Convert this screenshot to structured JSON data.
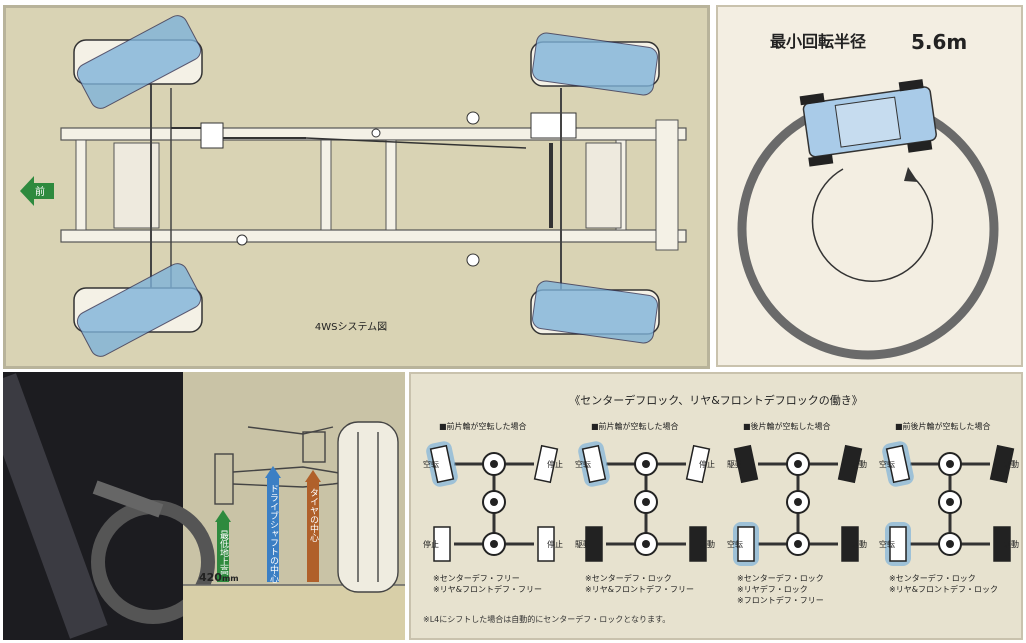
{
  "chassis": {
    "caption": "4WSシステム図",
    "front_arrow_label": "前"
  },
  "turning": {
    "title": "最小回転半径",
    "value": "5.6m"
  },
  "height": {
    "ground_clearance_label": "最低地上高",
    "driveshaft_label": "ドライブシャフトの中心",
    "tire_center_label": "タイヤの中心",
    "clearance_value": "420",
    "clearance_unit": "mm"
  },
  "difflock": {
    "title": "《センターデフロック、リヤ&フロントデフロックの働き》",
    "footnote": "※L4にシフトした場合は自動的にセンターデフ・ロックとなります。",
    "cases": [
      {
        "header": "■前片輪が空転した場合",
        "front_left": "空転",
        "front_right": "停止",
        "rear_left": "停止",
        "rear_right": "停止",
        "notes": [
          "※センターデフ・フリー",
          "※リヤ&フロントデフ・フリー"
        ]
      },
      {
        "header": "■前片輪が空転した場合",
        "front_left": "空転",
        "front_right": "停止",
        "rear_left": "駆動",
        "rear_right": "駆動",
        "notes": [
          "※センターデフ・ロック",
          "※リヤ&フロントデフ・フリー"
        ]
      },
      {
        "header": "■後片輪が空転した場合",
        "front_left": "駆動",
        "front_right": "駆動",
        "rear_left": "空転",
        "rear_right": "駆動",
        "notes": [
          "※センターデフ・ロック",
          "※リヤデフ・ロック",
          "※フロントデフ・フリー"
        ]
      },
      {
        "header": "■前後片輪が空転した場合",
        "front_left": "空転",
        "front_right": "駆動",
        "rear_left": "空転",
        "rear_right": "駆動",
        "notes": [
          "※センターデフ・ロック",
          "※リヤ&フロントデフ・ロック"
        ]
      }
    ]
  },
  "colors": {
    "highlight_blue": "#7fb3da",
    "arrow_green": "#2e8a3e",
    "arrow_blue": "#3b7fc4",
    "arrow_brown": "#b0602a",
    "tire_dark": "#222222"
  }
}
